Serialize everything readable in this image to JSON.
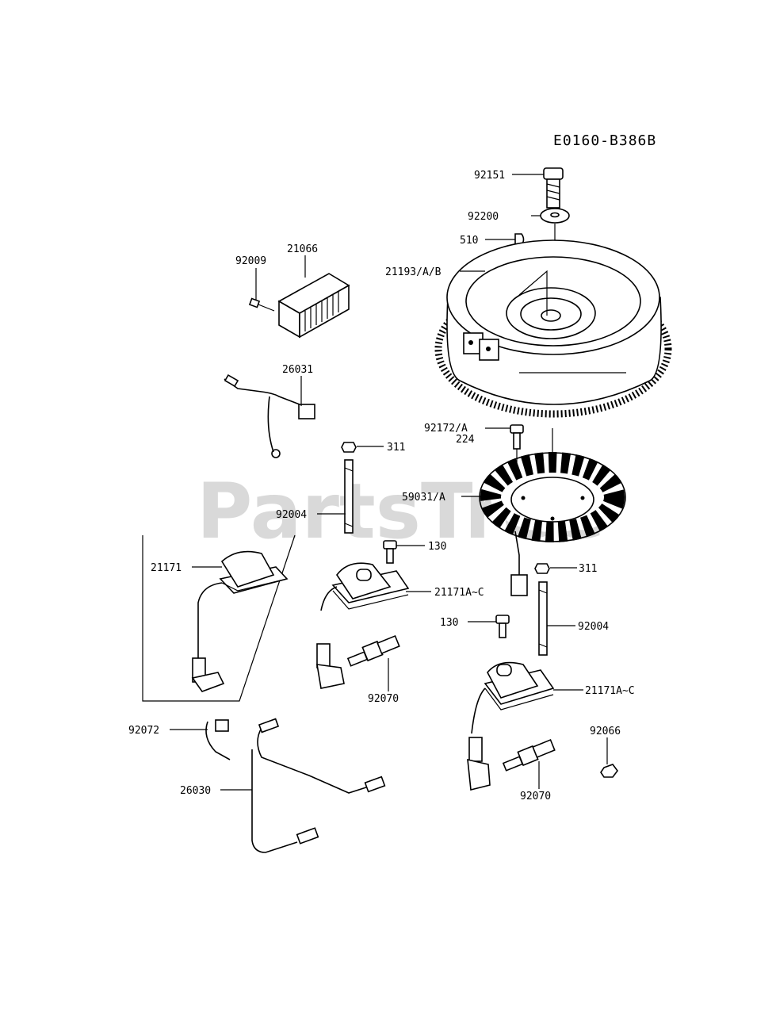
{
  "diagram_code": "E0160-B386B",
  "watermark": "PartsTree",
  "labels": {
    "p92151": "92151",
    "p92200": "92200",
    "p510": "510",
    "p21193": "21193/A/B",
    "p92009": "92009",
    "p21066": "21066",
    "p26031": "26031",
    "p92172": "92172/A",
    "p224": "224",
    "p311a": "311",
    "p59031": "59031/A",
    "p92004a": "92004",
    "p130a": "130",
    "p21171": "21171",
    "p21171ac_a": "21171A~C",
    "p311b": "311",
    "p130b": "130",
    "p92004b": "92004",
    "p21171ac_b": "21171A~C",
    "p92070a": "92070",
    "p92072": "92072",
    "p92066": "92066",
    "p26030": "26030",
    "p92070b": "92070"
  }
}
